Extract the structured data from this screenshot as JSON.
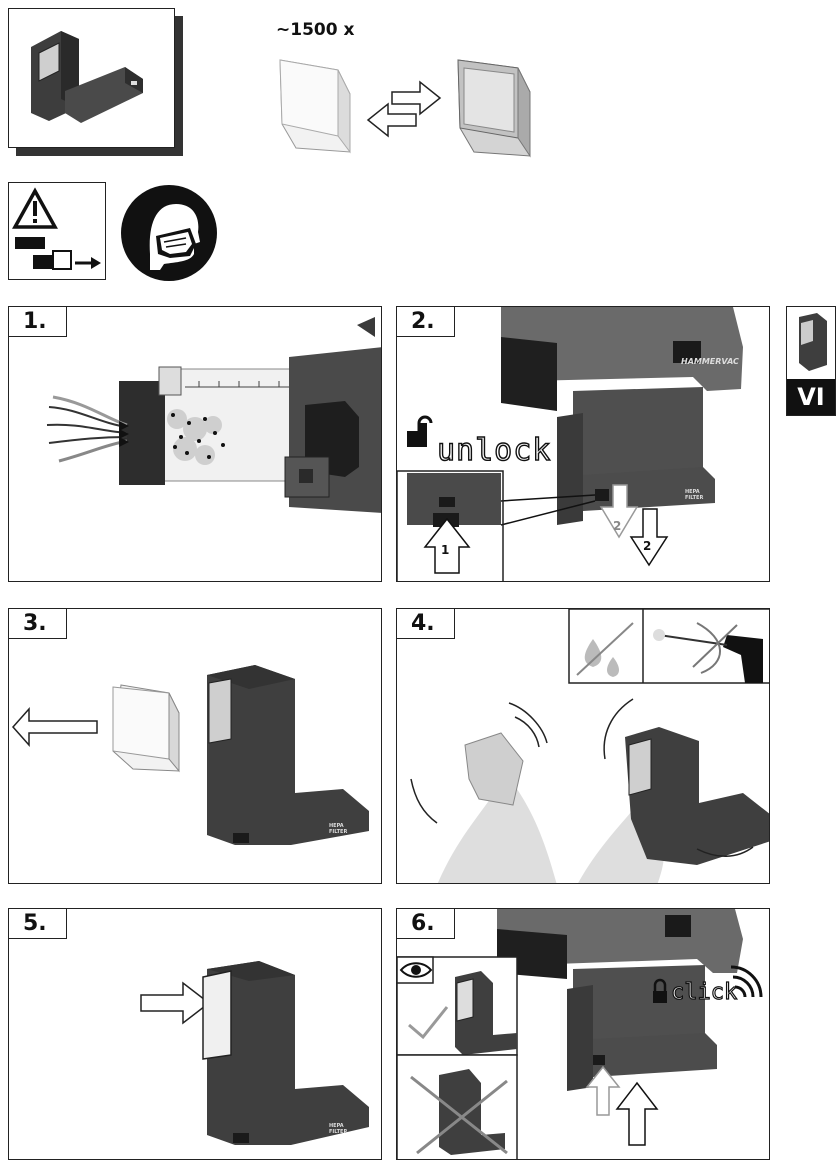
{
  "header": {
    "count_label": "~1500 x"
  },
  "steps": [
    {
      "label": "1."
    },
    {
      "label": "2.",
      "brand": "HAMMERVAC",
      "unlock_text": "unlock",
      "arrow_1": "1",
      "arrow_2a": "2",
      "arrow_2b": "2",
      "filter_text": "HEPA FILTER"
    },
    {
      "label": "3.",
      "filter_text": "HEPA FILTER"
    },
    {
      "label": "4."
    },
    {
      "label": "5.",
      "filter_text": "HEPA FILTER"
    },
    {
      "label": "6.",
      "click_text": "click"
    }
  ],
  "side_tab": {
    "label": "VI"
  },
  "colors": {
    "body_dark": "#3f3f3f",
    "body_mid": "#5a5a5a",
    "filter_light": "#e9e9e9",
    "line": "#222222"
  }
}
